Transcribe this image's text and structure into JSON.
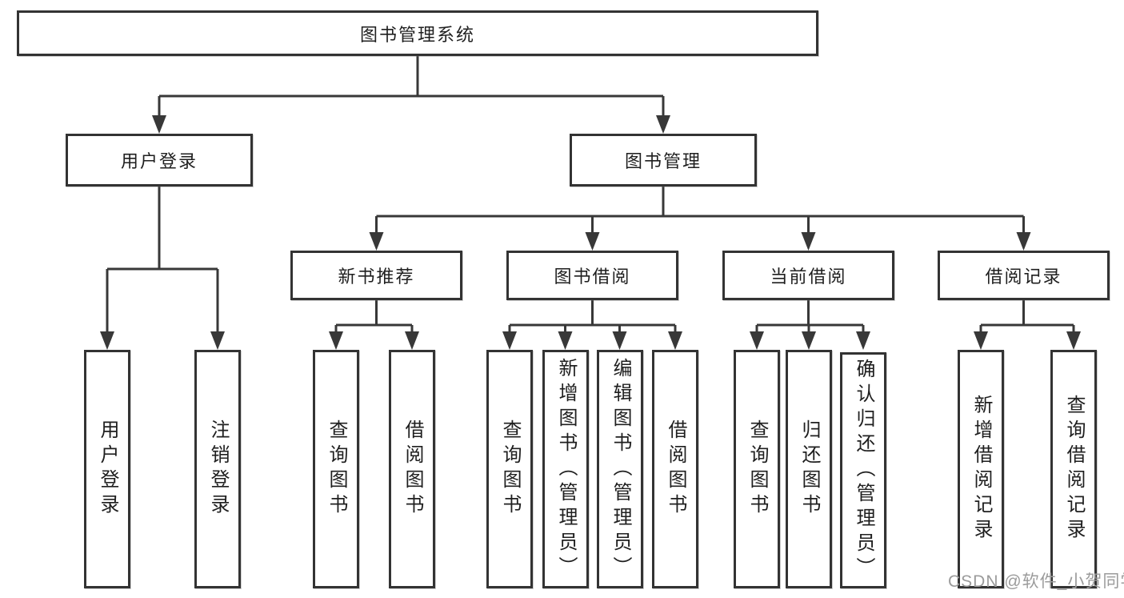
{
  "tree": {
    "root": {
      "label": "图书管理系统",
      "children": [
        {
          "label": "用户登录",
          "children": [
            {
              "label": "用户登录"
            },
            {
              "label": "注销登录"
            }
          ]
        },
        {
          "label": "图书管理",
          "children": [
            {
              "label": "新书推荐",
              "children": [
                {
                  "label": "查询图书"
                },
                {
                  "label": "借阅图书"
                }
              ]
            },
            {
              "label": "图书借阅",
              "children": [
                {
                  "label": "查询图书"
                },
                {
                  "label": "新增图书（管理员）"
                },
                {
                  "label": "编辑图书（管理员）"
                },
                {
                  "label": "借阅图书"
                }
              ]
            },
            {
              "label": "当前借阅",
              "children": [
                {
                  "label": "查询图书"
                },
                {
                  "label": "归还图书"
                },
                {
                  "label": "确认归还（管理员）"
                }
              ]
            },
            {
              "label": "借阅记录",
              "children": [
                {
                  "label": "新增借阅记录"
                },
                {
                  "label": "查询借阅记录"
                }
              ]
            }
          ]
        }
      ]
    }
  },
  "watermark": {
    "text": "CSDN @软件_小贺同学"
  },
  "colors": {
    "background": "#ffffff",
    "line": "#383838",
    "box_border": "#333333",
    "text": "#1f1f1f",
    "watermark": "#9b9b9b"
  }
}
